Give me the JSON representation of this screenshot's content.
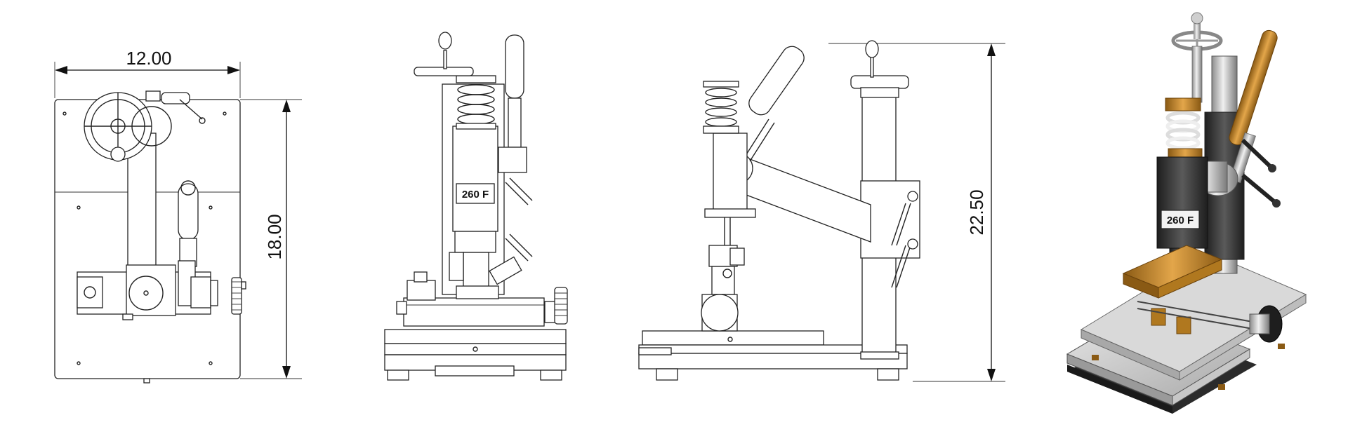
{
  "dimensions": {
    "width": "12.00",
    "depth": "18.00",
    "height": "22.50"
  },
  "model_tag": "260 F",
  "views": [
    {
      "id": "top-view",
      "icon": "machine-top-view-drawing"
    },
    {
      "id": "front-view",
      "icon": "machine-front-view-drawing"
    },
    {
      "id": "side-view",
      "icon": "machine-side-view-drawing"
    },
    {
      "id": "render-view",
      "icon": "machine-3d-render"
    }
  ],
  "colors": {
    "line": "#222222",
    "brass": "#c98a2e",
    "dark_metal": "#3a3a3a",
    "steel": "#bfbfbf",
    "base_light": "#d9d9d9",
    "base_dark": "#2b2b2b"
  }
}
